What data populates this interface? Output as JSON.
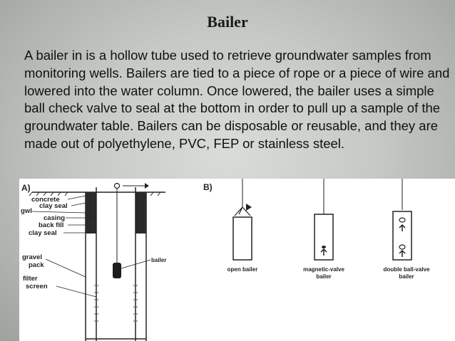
{
  "slide": {
    "title": "Bailer",
    "paragraph": "A bailer in is a hollow tube used to retrieve groundwater samples from monitoring wells. Bailers are tied to a piece of rope or a piece of wire  and lowered into the water column. Once lowered, the bailer uses a simple ball check valve to seal at the bottom in order to pull up a sample of the groundwater table. Bailers can be disposable or reusable, and they are made out of polyethylene, PVC, FEP or stainless steel."
  },
  "figure": {
    "panel_a": {
      "label": "A)",
      "labels": {
        "concrete": "concrete",
        "clay_seal_top": "clay seal",
        "gwl": "gwl",
        "casing": "casing",
        "back_fill": "back fill",
        "clay_seal": "clay seal",
        "gravel": "gravel",
        "pack": "pack",
        "filter": "filter",
        "screen": "screen",
        "bailer": "bailer"
      }
    },
    "panel_b": {
      "label": "B)",
      "open_bailer": "open bailer",
      "magnetic_line1": "magnetic-valve",
      "magnetic_line2": "bailer",
      "double_line1": "double ball-valve",
      "double_line2": "bailer"
    }
  }
}
